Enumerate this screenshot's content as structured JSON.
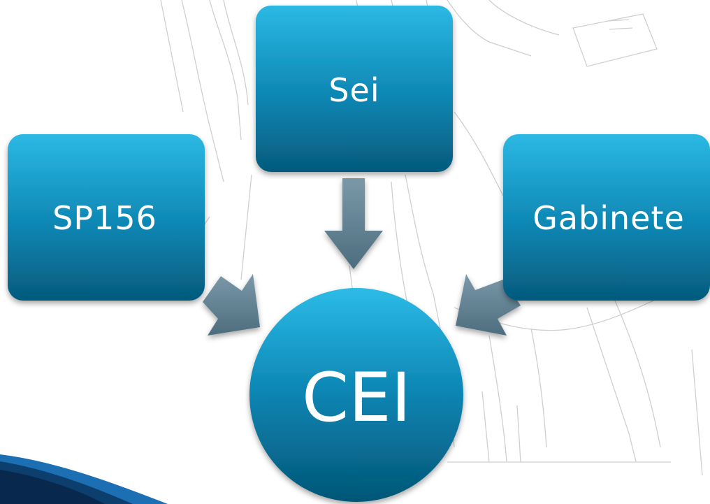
{
  "diagram": {
    "nodes": {
      "top": "Sei",
      "left": "SP156",
      "right": "Gabinete",
      "center": "CEI"
    }
  },
  "colors": {
    "box_top": "#29b4de",
    "box_bottom": "#06678c",
    "arrow": "#5f7f91",
    "outline_sketch": "#c9c9c9",
    "corner_accent": "#1f6fb0"
  }
}
